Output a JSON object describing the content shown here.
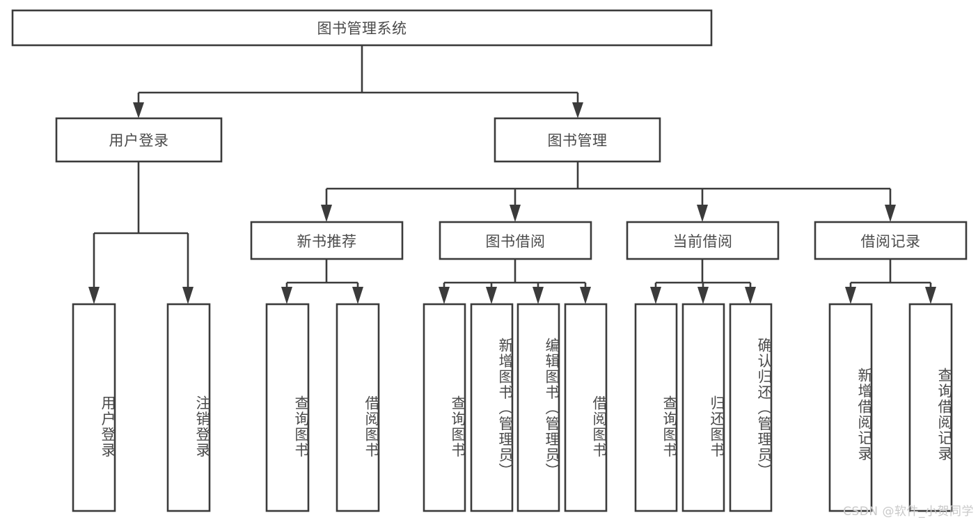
{
  "diagram": {
    "title": "图书管理系统",
    "type": "hierarchy-tree",
    "watermark": "CSDN @软件_小贺同学",
    "colors": {
      "box_stroke": "#3b3b3b",
      "box_fill": "#ffffff",
      "text": "#4a4a4a",
      "connector": "#3b3b3b",
      "watermark": "#c9c9c9",
      "background": "#ffffff"
    },
    "root": {
      "label": "图书管理系统"
    },
    "level1": [
      {
        "label": "用户登录"
      },
      {
        "label": "图书管理"
      }
    ],
    "level2": [
      {
        "label": "新书推荐"
      },
      {
        "label": "图书借阅"
      },
      {
        "label": "当前借阅"
      },
      {
        "label": "借阅记录"
      }
    ],
    "leaves": {
      "user_login": [
        {
          "label": "用户登录"
        },
        {
          "label": "注销登录"
        }
      ],
      "new_book_recommend": [
        {
          "label": "查询图书"
        },
        {
          "label": "借阅图书"
        }
      ],
      "book_borrow": [
        {
          "label": "查询图书"
        },
        {
          "label": "新增图书（管理员）"
        },
        {
          "label": "编辑图书（管理员）"
        },
        {
          "label": "借阅图书"
        }
      ],
      "current_borrow": [
        {
          "label": "查询图书"
        },
        {
          "label": "归还图书"
        },
        {
          "label": "确认归还（管理员）"
        }
      ],
      "borrow_record": [
        {
          "label": "新增借阅记录"
        },
        {
          "label": "查询借阅记录"
        }
      ]
    }
  }
}
